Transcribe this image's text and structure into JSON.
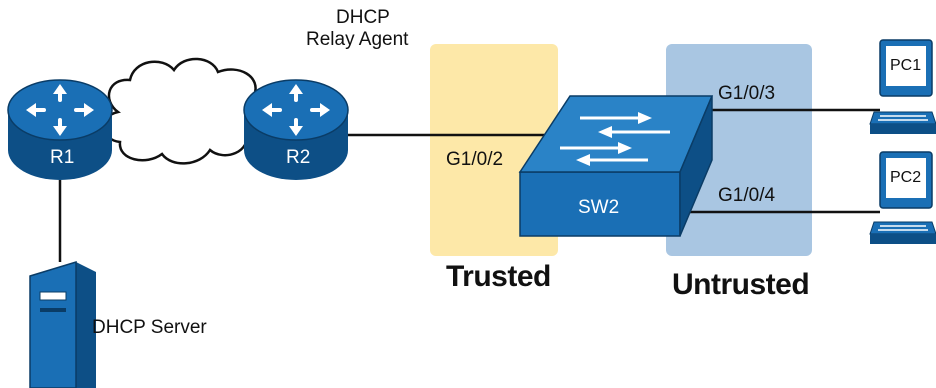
{
  "diagram": {
    "devices": {
      "r1": "R1",
      "r2": "R2",
      "sw2": "SW2",
      "pc1": "PC1",
      "pc2": "PC2",
      "dhcp_server": "DHCP Server"
    },
    "relay_agent": {
      "line1": "DHCP",
      "line2": "Relay Agent"
    },
    "ports": {
      "g102": "G1/0/2",
      "g103": "G1/0/3",
      "g104": "G1/0/4"
    },
    "zones": {
      "trusted": "Trusted",
      "untrusted": "Untrusted"
    },
    "icons": {
      "router": "router-icon",
      "switch": "switch-icon",
      "cloud": "cloud-icon",
      "pc": "pc-icon",
      "server": "server-icon"
    },
    "colors": {
      "device_blue": "#1a6fb5",
      "device_dark": "#0d4f86",
      "trusted_zone": "#fde8a8",
      "untrusted_zone": "#a9c6e2"
    }
  }
}
